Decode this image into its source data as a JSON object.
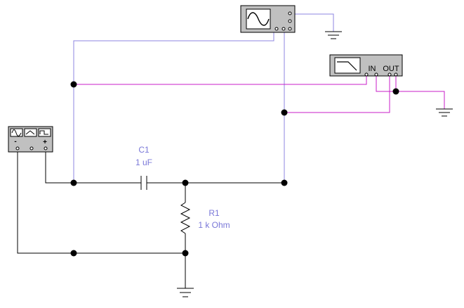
{
  "components": {
    "capacitor": {
      "ref": "C1",
      "value": "1 uF"
    },
    "resistor": {
      "ref": "R1",
      "value": "1 k Ohm"
    }
  },
  "bode_plotter": {
    "in_label": "IN",
    "out_label": "OUT"
  },
  "function_generator": {
    "minus_label": "-",
    "plus_label": "+"
  },
  "colors": {
    "wire_black": "#000000",
    "wire_blue": "#8c86e0",
    "wire_magenta": "#c81ec8",
    "label": "#7a78d8",
    "instrument_body": "#c0c0c0"
  },
  "icons": [
    "sine-wave-icon",
    "triangle-wave-icon",
    "square-wave-icon",
    "oscilloscope-trace-icon",
    "bode-plot-icon",
    "ground-icon",
    "capacitor-icon",
    "resistor-icon"
  ]
}
